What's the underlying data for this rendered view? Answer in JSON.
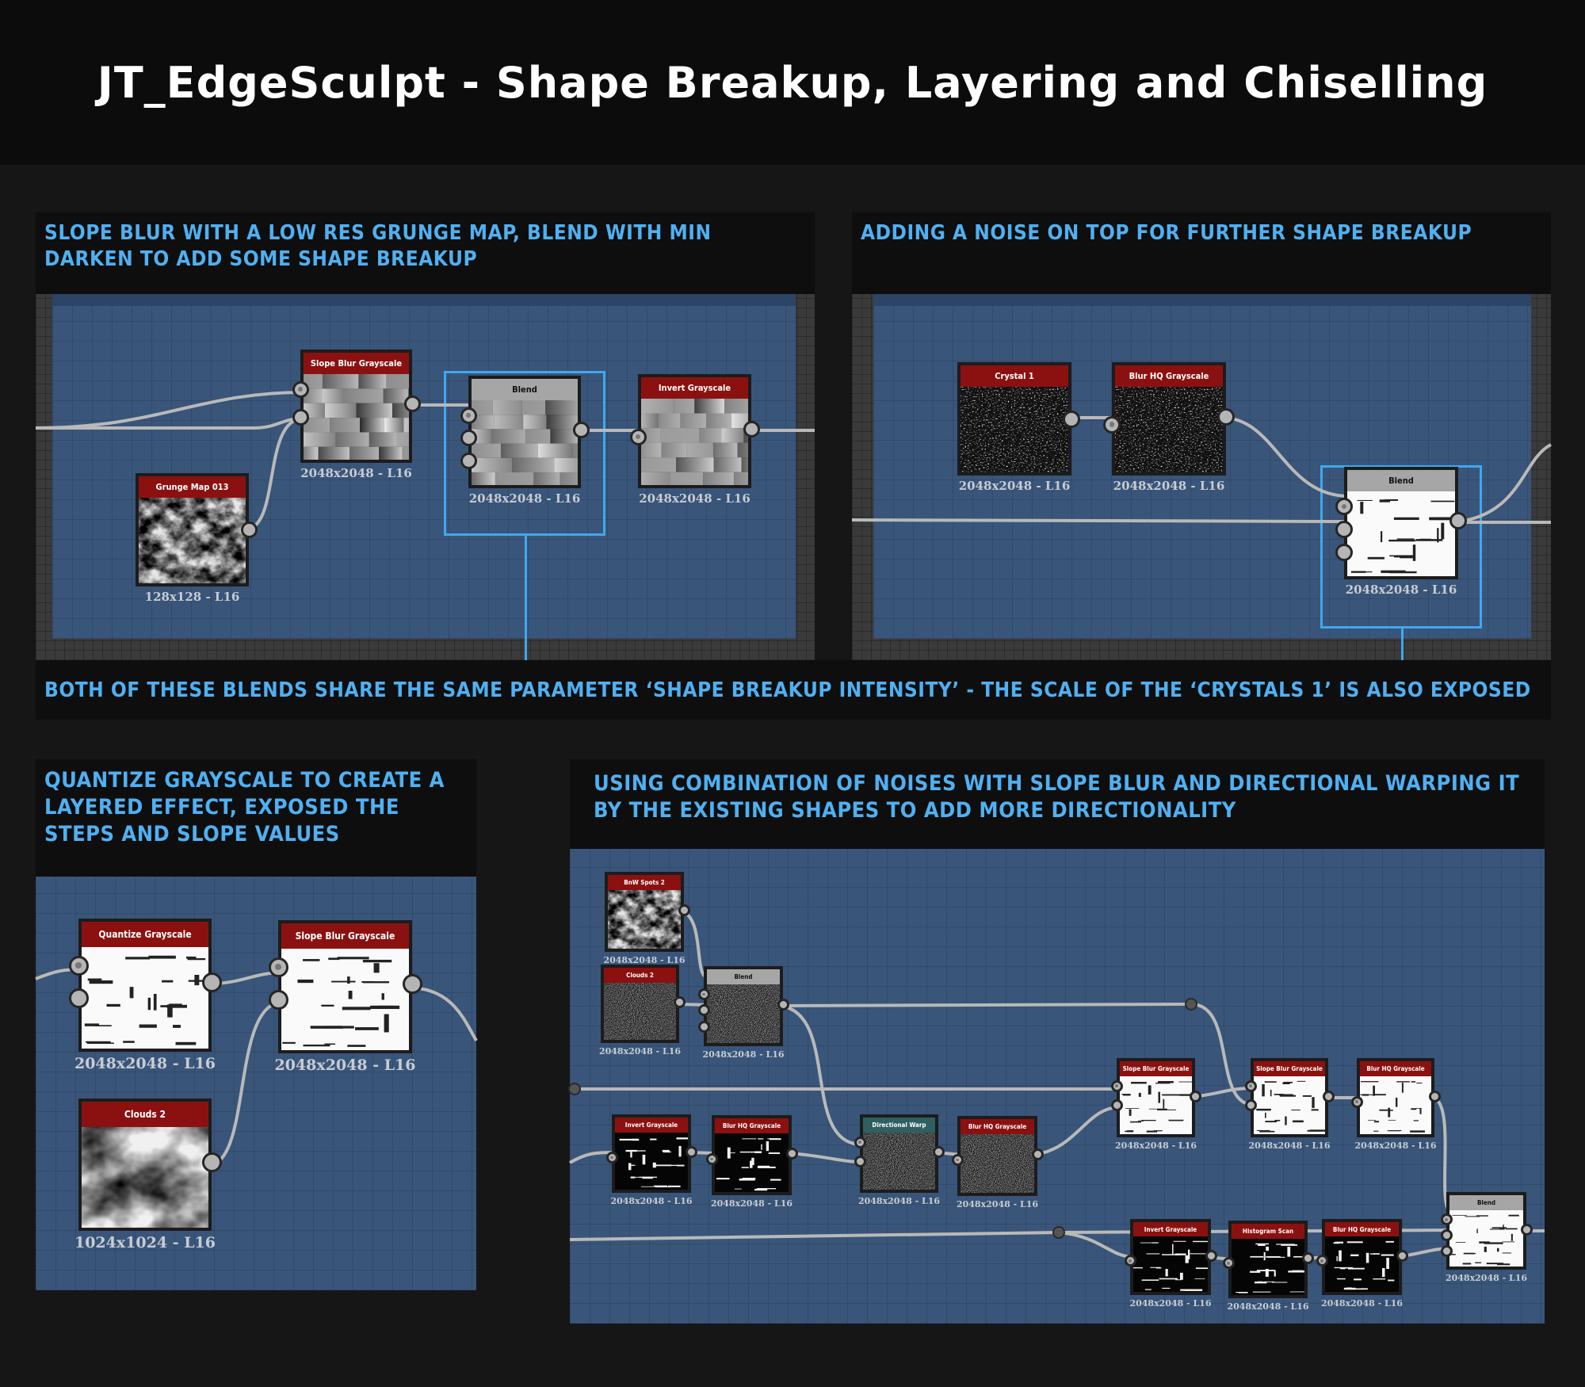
{
  "title": "JT_EdgeSculpt - Shape Breakup, Layering and Chiselling",
  "colors": {
    "accent_text": "#4fb0f2",
    "node_header_red": "#8b1111",
    "node_header_gray": "#a6a6a6",
    "node_header_teal": "#2f5f60",
    "canvas": "#39557a",
    "selection": "#3fa8f0"
  },
  "caption": "BOTH OF THESE BLENDS SHARE THE SAME PARAMETER ‘SHAPE BREAKUP INTENSITY’ - THE SCALE OF THE ‘CRYSTALS 1’ IS ALSO EXPOSED",
  "panels": [
    {
      "heading": "SLOPE BLUR WITH A LOW RES GRUNGE MAP, BLEND WITH MIN DARKEN TO ADD SOME SHAPE BREAKUP",
      "nodes": [
        {
          "title": "Slope Blur Grayscale",
          "resolution": "2048x2048 - L16",
          "header": "red",
          "thumb": "bricks"
        },
        {
          "title": "Blend",
          "resolution": "2048x2048 - L16",
          "header": "gray",
          "thumb": "bricks",
          "selected": true
        },
        {
          "title": "Invert Grayscale",
          "resolution": "2048x2048 - L16",
          "header": "red",
          "thumb": "bricks-inv"
        },
        {
          "title": "Grunge Map 013",
          "resolution": "128x128 - L16",
          "header": "red",
          "thumb": "grunge"
        }
      ]
    },
    {
      "heading": "ADDING A NOISE ON TOP FOR FURTHER SHAPE BREAKUP",
      "nodes": [
        {
          "title": "Crystal 1",
          "resolution": "2048x2048 - L16",
          "header": "red",
          "thumb": "crystal"
        },
        {
          "title": "Blur HQ Grayscale",
          "resolution": "2048x2048 - L16",
          "header": "red",
          "thumb": "crystal"
        },
        {
          "title": "Blend",
          "resolution": "2048x2048 - L16",
          "header": "gray",
          "thumb": "marks-white",
          "selected": true
        }
      ]
    },
    {
      "heading": "QUANTIZE GRAYSCALE TO CREATE A LAYERED EFFECT,  EXPOSED THE STEPS AND SLOPE VALUES",
      "nodes": [
        {
          "title": "Quantize Grayscale",
          "resolution": "2048x2048 - L16",
          "header": "red",
          "thumb": "marks-white"
        },
        {
          "title": "Slope Blur Grayscale",
          "resolution": "2048x2048 - L16",
          "header": "red",
          "thumb": "marks-white"
        },
        {
          "title": "Clouds 2",
          "resolution": "1024x1024 - L16",
          "header": "red",
          "thumb": "clouds"
        }
      ]
    },
    {
      "heading": "USING COMBINATION OF NOISES WITH SLOPE BLUR AND DIRECTIONAL WARPING IT BY THE EXISTING SHAPES TO ADD MORE DIRECTIONALITY",
      "nodes": [
        {
          "title": "BnW Spots 2",
          "resolution": "2048x2048 - L16",
          "header": "red",
          "thumb": "grunge"
        },
        {
          "title": "Clouds 2",
          "resolution": "2048x2048 - L16",
          "header": "red",
          "thumb": "noise"
        },
        {
          "title": "Blend",
          "resolution": "2048x2048 - L16",
          "header": "gray",
          "thumb": "noise"
        },
        {
          "title": "Invert Grayscale",
          "resolution": "2048x2048 - L16",
          "header": "red",
          "thumb": "marks-black"
        },
        {
          "title": "Blur HQ Grayscale",
          "resolution": "2048x2048 - L16",
          "header": "red",
          "thumb": "marks-black"
        },
        {
          "title": "Directional Warp",
          "resolution": "2048x2048 - L16",
          "header": "teal",
          "thumb": "noise"
        },
        {
          "title": "Blur HQ Grayscale",
          "resolution": "2048x2048 - L16",
          "header": "red",
          "thumb": "noise"
        },
        {
          "title": "Slope Blur Grayscale",
          "resolution": "2048x2048 - L16",
          "header": "red",
          "thumb": "marks-white"
        },
        {
          "title": "Slope Blur Grayscale",
          "resolution": "2048x2048 - L16",
          "header": "red",
          "thumb": "marks-white"
        },
        {
          "title": "Blur HQ Grayscale",
          "resolution": "2048x2048 - L16",
          "header": "red",
          "thumb": "marks-white"
        },
        {
          "title": "Blend",
          "resolution": "2048x2048 - L16",
          "header": "gray",
          "thumb": "marks-white"
        },
        {
          "title": "Invert Grayscale",
          "resolution": "2048x2048 - L16",
          "header": "red",
          "thumb": "marks-black"
        },
        {
          "title": "Histogram Scan",
          "resolution": "2048x2048 - L16",
          "header": "red",
          "thumb": "marks-black"
        },
        {
          "title": "Blur HQ Grayscale",
          "resolution": "2048x2048 - L16",
          "header": "red",
          "thumb": "marks-black"
        }
      ]
    }
  ]
}
